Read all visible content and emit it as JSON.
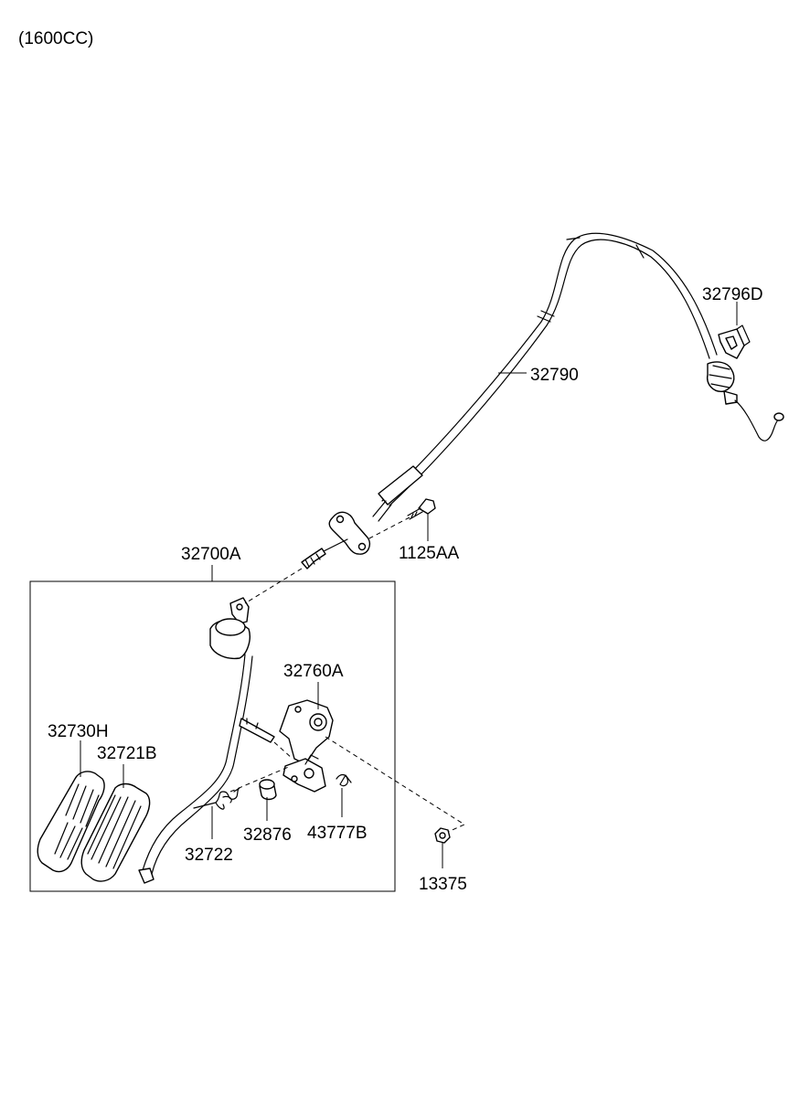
{
  "diagram": {
    "variant_label": "(1600CC)",
    "parts": {
      "p32790": "32790",
      "p32796D": "32796D",
      "p1125AA": "1125AA",
      "p32700A": "32700A",
      "p32760A": "32760A",
      "p32730H": "32730H",
      "p32721B": "32721B",
      "p32722": "32722",
      "p32876": "32876",
      "p43777B": "43777B",
      "p13375": "13375"
    }
  }
}
